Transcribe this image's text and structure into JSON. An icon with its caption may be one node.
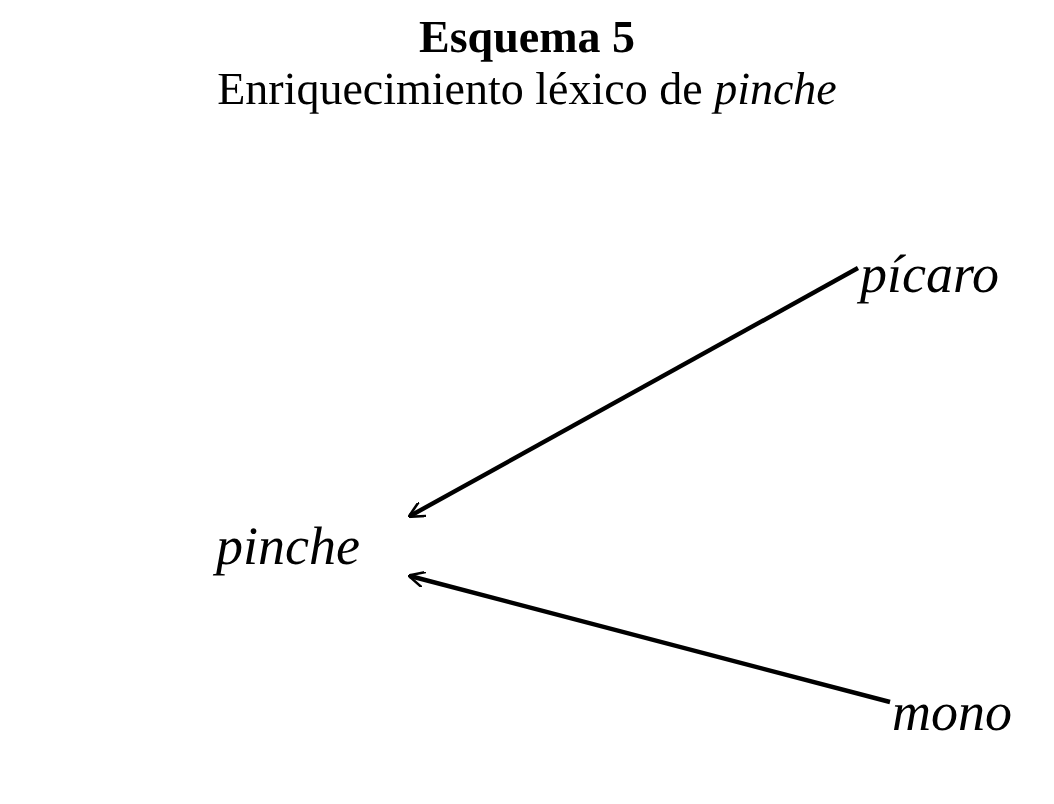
{
  "diagram": {
    "title": "Esquema 5",
    "caption": "Enriquecimiento léxico de *pinche*",
    "nodes": [
      {
        "text": [
          "pinche"
        ]
      },
      {
        "text": [
          "pícaro"
        ]
      },
      {
        "text": [
          "mono"
        ]
      }
    ],
    "edges": [
      {
        "from": 1,
        "to": 0,
        "arrow": "to"
      },
      {
        "from": 2,
        "to": 0,
        "arrow": "to"
      }
    ]
  }
}
